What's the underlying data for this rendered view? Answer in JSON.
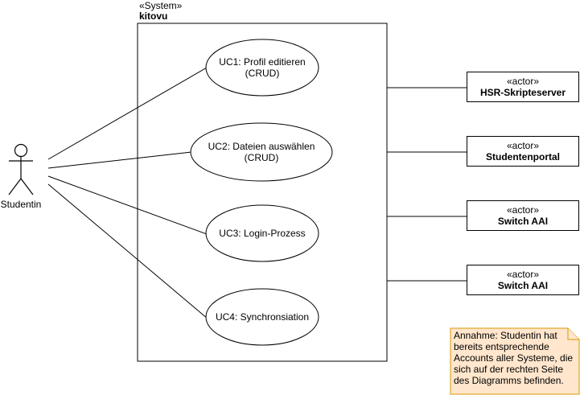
{
  "system": {
    "stereotype": "«System»",
    "name": "kitovu"
  },
  "actor_left": {
    "name": "Studentin"
  },
  "use_cases": [
    {
      "line1": "UC1: Profil editieren",
      "line2": "(CRUD)"
    },
    {
      "line1": "UC2: Dateien auswählen",
      "line2": "(CRUD)"
    },
    {
      "line1": "UC3: Login-Prozess",
      "line2": ""
    },
    {
      "line1": "UC4: Synchronsiation",
      "line2": ""
    }
  ],
  "external_actors": [
    {
      "stereotype": "«actor»",
      "name": "HSR-Skripteserver"
    },
    {
      "stereotype": "«actor»",
      "name": "Studentenportal"
    },
    {
      "stereotype": "«actor»",
      "name": "Switch AAI"
    },
    {
      "stereotype": "«actor»",
      "name": "Switch AAI"
    }
  ],
  "note": {
    "text": "Annahme: Studentin hat bereits entsprechende Accounts aller Systeme, die sich auf der rechten Seite des Diagramms befinden."
  },
  "colors": {
    "note_fill": "#ffe6cc",
    "note_border": "#d79b00",
    "line": "#000000"
  }
}
